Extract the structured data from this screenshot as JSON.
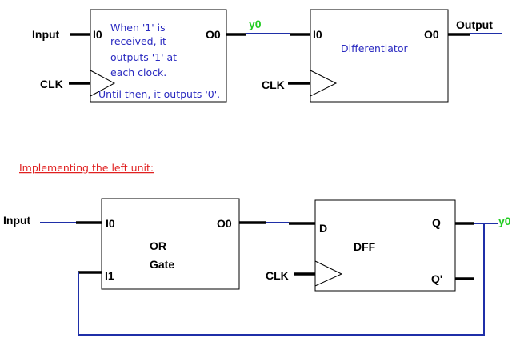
{
  "top": {
    "block1": {
      "in_label": "Input",
      "pin_in": "I0",
      "pin_out": "O0",
      "clk_label": "CLK",
      "note": [
        "When '1' is",
        "received, it",
        "outputs '1' at",
        "each clock.",
        "Until then, it outputs '0'."
      ]
    },
    "signal": "y0",
    "block2": {
      "pin_in": "I0",
      "pin_out": "O0",
      "clk_label": "CLK",
      "name": "Differentiator",
      "out_label": "Output"
    }
  },
  "heading": "Implementing the left unit:",
  "bottom": {
    "in_label": "Input",
    "or_gate": {
      "pin_i0": "I0",
      "pin_i1": "I1",
      "pin_out": "O0",
      "name_line1": "OR",
      "name_line2": "Gate"
    },
    "dff": {
      "pin_d": "D",
      "pin_q": "Q",
      "pin_qbar": "Q'",
      "clk_label": "CLK",
      "name": "DFF"
    },
    "signal": "y0"
  },
  "colors": {
    "wire": "#1f2fa8",
    "note_text": "#2a2ac0",
    "signal_label": "#22cc22",
    "heading": "#e02020"
  }
}
